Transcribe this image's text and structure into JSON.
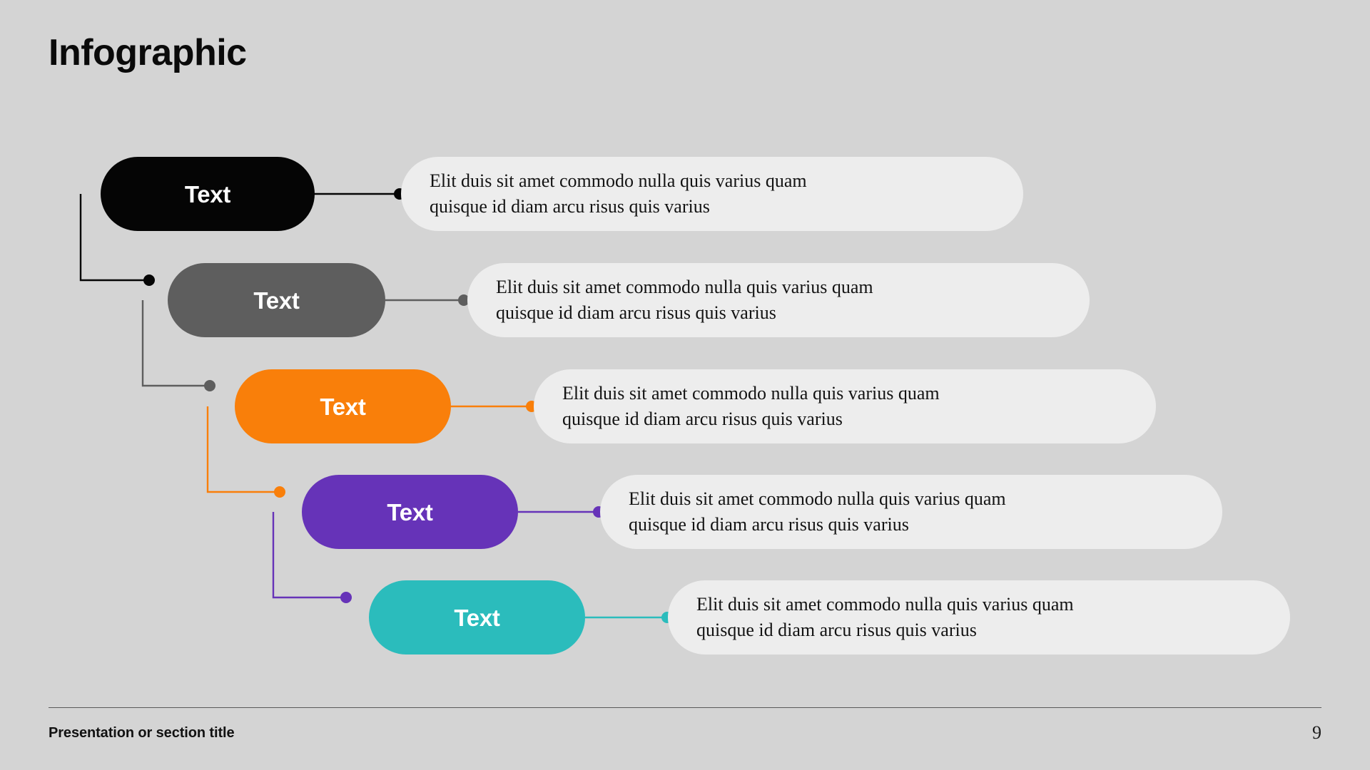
{
  "slide": {
    "title": "Infographic",
    "background_color": "#d4d4d4"
  },
  "footer": {
    "section_title": "Presentation or section title",
    "page_number": "9"
  },
  "rows": [
    {
      "id": "row-1",
      "pill_label": "Text",
      "pill_color": "#050505",
      "connector_color": "#050505",
      "desc_bg": "#ededed",
      "desc_line1": "Elit duis sit amet commodo nulla quis varius quam",
      "desc_line2": "quisque id diam arcu risus quis varius"
    },
    {
      "id": "row-2",
      "pill_label": "Text",
      "pill_color": "#5e5e5e",
      "connector_color": "#5e5e5e",
      "desc_bg": "#ededed",
      "desc_line1": "Elit duis sit amet commodo nulla quis varius quam",
      "desc_line2": "quisque id diam arcu risus quis varius"
    },
    {
      "id": "row-3",
      "pill_label": "Text",
      "pill_color": "#f97f0a",
      "connector_color": "#f97f0a",
      "desc_bg": "#ededed",
      "desc_line1": "Elit duis sit amet commodo nulla quis varius quam",
      "desc_line2": "quisque id diam arcu risus quis varius"
    },
    {
      "id": "row-4",
      "pill_label": "Text",
      "pill_color": "#6633b8",
      "connector_color": "#6633b8",
      "desc_bg": "#ededed",
      "desc_line1": "Elit duis sit amet commodo nulla quis varius quam",
      "desc_line2": "quisque id diam arcu risus quis varius"
    },
    {
      "id": "row-5",
      "pill_label": "Text",
      "pill_color": "#2bbcbc",
      "connector_color": "#2bbcbc",
      "desc_bg": "#ededed",
      "desc_line1": "Elit duis sit amet commodo nulla quis varius quam",
      "desc_line2": "quisque id diam arcu risus quis varius"
    }
  ]
}
